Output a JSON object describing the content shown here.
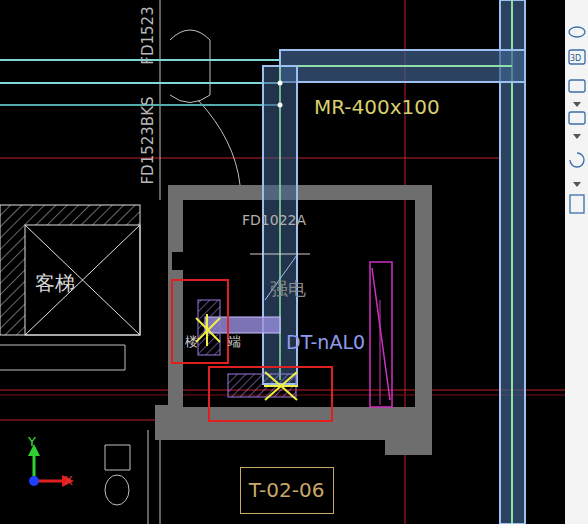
{
  "diagram": {
    "nodes": [
      {
        "text": [
          "客梯"
        ]
      },
      {
        "text": [
          "强电"
        ]
      },
      {
        "text": [
          "T-02-06"
        ]
      }
    ],
    "labels": [
      "FD1523",
      "FD1523BKS",
      "MR-400x100",
      "FD1022A",
      "DT-nAL0",
      "楼",
      "端",
      "Y",
      "X",
      "3D"
    ]
  }
}
